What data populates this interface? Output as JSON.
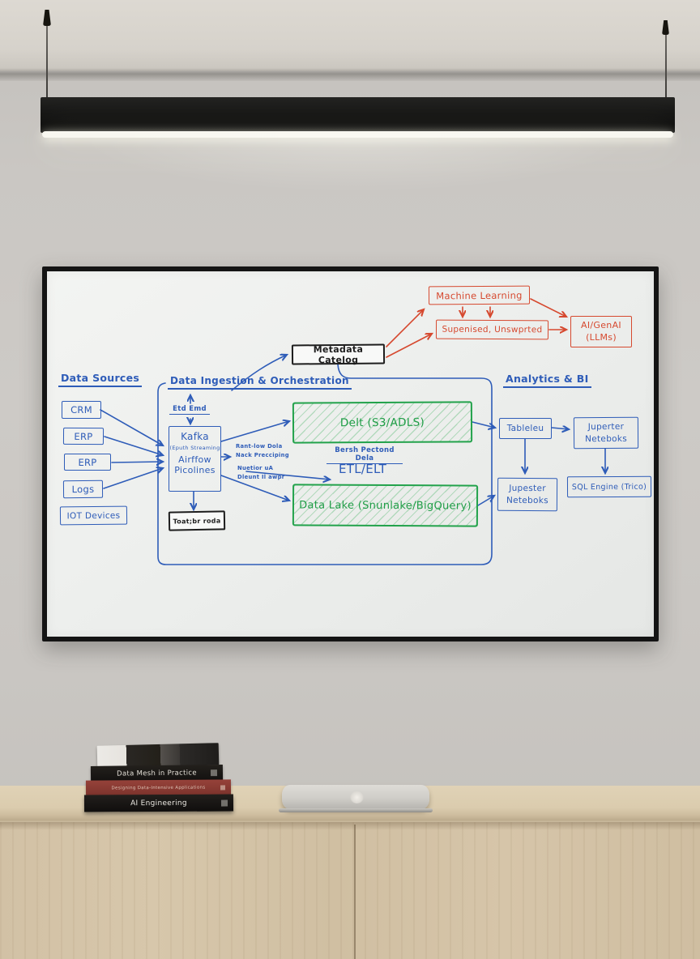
{
  "whiteboard": {
    "headings": {
      "data_sources": "Data Sources",
      "ingestion": "Data Ingestion & Orchestration",
      "analytics": "Analytics & BI"
    },
    "sources": [
      {
        "label": "CRM"
      },
      {
        "label": "ERP"
      },
      {
        "label": "ERP"
      },
      {
        "label": "Logs"
      },
      {
        "label": "IOT Devices"
      }
    ],
    "ml": {
      "machine_learning": "Machine Learning",
      "supervised": "Supenised, Unswprted",
      "ai_line1": "AI/GenAI",
      "ai_line2": "(LLMs)"
    },
    "metadata_catalog": "Metadata Catelog",
    "ingestion_detail": {
      "etl_end_label": "Etd Emd",
      "kafka_title": "Kafka",
      "kafka_sub": "(Eputh Streaming",
      "kafka_body1": "Airffow",
      "kafka_body2": "Picolines",
      "note_box": "Toat;br roda",
      "annot1a": "Rant-low Dola",
      "annot1b": "Nack Precciping",
      "annot2a": "Nuetior uA",
      "annot2b": "Dleunt Il awpr"
    },
    "processing": {
      "batch_label": "Bersh Pectond Dela",
      "etl": "ETL/ELT",
      "delta_box": "Delt (S3/ADLS)",
      "data_lake_box": "Data Lake (Snunlake/BigQuery)"
    },
    "analytics_detail": {
      "tableau": "Tableleu",
      "jupyter_top1": "Juperter",
      "jupyter_top2": "Neteboks",
      "jupyter_bottom1": "Jupester",
      "jupyter_bottom2": "Neteboks",
      "sql_engine": "SQL Engine (Trico)"
    }
  },
  "furniture": {
    "books": {
      "data_mesh": "Data Mesh in Practice",
      "red_book": "Designing Data-Intensive Applications",
      "ai_engineering": "AI Engineering"
    }
  },
  "colors": {
    "marker_blue": "#2e5cb8",
    "marker_red": "#d6492f",
    "marker_green": "#22a24b",
    "marker_black": "#1d1d1d"
  }
}
